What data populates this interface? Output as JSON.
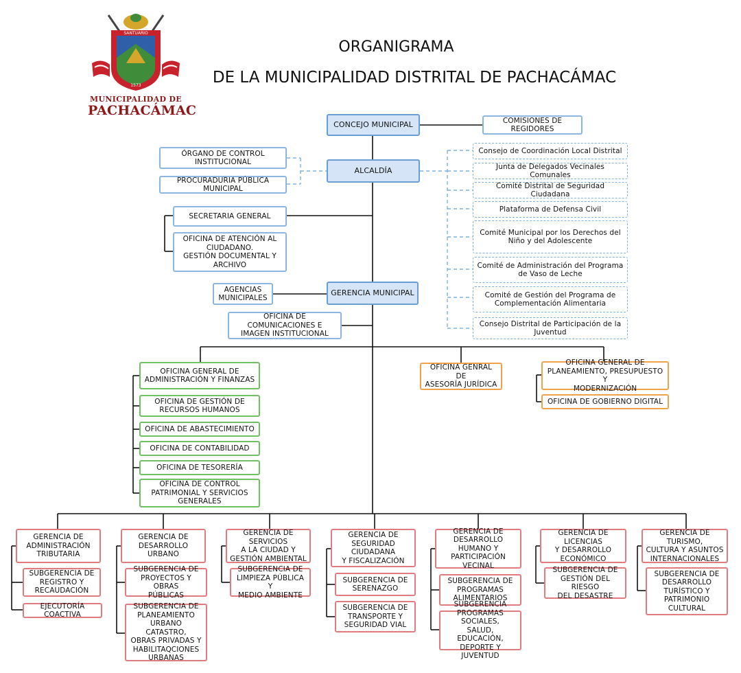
{
  "header": {
    "title_line1": "ORGANIGRAMA",
    "title_line2": "DE LA MUNICIPALIDAD DISTRITAL DE PACHACÁMAC"
  },
  "logo": {
    "seal_text_top": "SANTUARIO",
    "seal_text_year": "1573",
    "name_line1": "MUNICIPALIDAD DE",
    "name_line2": "PACHACÁMAC",
    "colors": {
      "red": "#c8232c",
      "gold": "#d4a72c",
      "blue": "#2f5fa8",
      "green": "#3f8d3a"
    }
  },
  "colors": {
    "top": "#6a9ed3",
    "top_fill": "#d5e5f7",
    "support": "#8cb6e0",
    "committee": "#7fb0de",
    "administration": "#6fbf63",
    "advisory": "#f0a24a",
    "line": "#e07c80",
    "connector": "#111111"
  },
  "nodes": {
    "concejo": "CONCEJO MUNICIPAL",
    "comisiones": "COMISIONES DE REGIDORES",
    "alcaldia": "ALCALDÍA",
    "oci": "ÓRGANO DE CONTROL\nINSTITUCIONAL",
    "procuraduria": "PROCURADURIA PÚBLICA MUNICIPAL",
    "secretaria": "SECRETARIA GENERAL",
    "atencion": "OFICINA DE ATENCIÓN AL\nCIUDADANO.\nGESTIÓN DOCUMENTAL Y\nARCHIVO",
    "gerencia": "GERENCIA MUNICIPAL",
    "agencias": "AGENCIAS\nMUNICIPALES",
    "comunicaciones": "OFICINA DE COMUNICACIONES E\nIMAGEN INSTITUCIONAL"
  },
  "committees": [
    "Consejo de Coordinación Local Distrital",
    "Junta de Delegados Vecinales Comunales",
    "Comité Distrital de Seguridad Ciudadana",
    "Plataforma de Defensa Civil",
    "Comité Municipal por los Derechos del\nNiño y del Adolescente",
    "Comité de Administración del Programa\nde Vaso de Leche",
    "Comité de Gestión del Programa de\nComplementación Alimentaria",
    "Consejo Distrital de Participación de la\nJuventud"
  ],
  "administration": {
    "head": "OFICINA GENERAL DE\nADMINISTRACIÓN Y FINANZAS",
    "units": [
      "OFICINA DE GESTIÓN DE\nRECURSOS HUMANOS",
      "OFICINA DE ABASTECIMIENTO",
      "OFICINA DE CONTABILIDAD",
      "OFICINA DE TESORERÍA",
      "OFICINA DE CONTROL\nPATRIMONIAL Y SERVICIOS\nGENERALES"
    ]
  },
  "asesoria": "OFICINA GENRAL DE\nASESORÍA JURÍDICA",
  "planeamiento": {
    "head": "OFICINA GENERAL DE\nPLANEAMIENTO, PRESUPUESTO Y\nMODERNIZACIÓN",
    "unit": "OFICINA DE GOBIERNO DIGITAL"
  },
  "line_units": [
    {
      "head": "GERENCIA DE\nADMINISTRACIÓN\nTRIBUTARIA",
      "subs": [
        "SUBGERENCIA DE\nREGISTRO Y\nRECAUDACIÓN",
        "EJECUTORÍA COACTIVA"
      ]
    },
    {
      "head": "GERENCIA DE\nDESARROLLO URBANO",
      "subs": [
        "SUBGERENCIA DE\nPROYECTOS Y OBRAS\nPÚBLICAS",
        "SUBGERENCIA DE\nPLANEAMIENTO\nURBANO CATASTRO,\nOBRAS PRIVADAS Y\nHABILITAQCIONES\nURBANAS"
      ]
    },
    {
      "head": "GERENCIA DE SERVICIOS\nA LA CIUDAD Y\nGESTIÓN AMBIENTAL",
      "subs": [
        "SUBGERENCIA DE\nLIMPIEZA PÚBLICA Y\nMEDIO AMBIENTE"
      ]
    },
    {
      "head": "GERENCIA DE\nSEGURIDAD CIUDADANA\nY FISCALIZACIÓN",
      "subs": [
        "SUBGERENCIA DE\nSERENAZGO",
        "SUBGERENCIA DE\nTRANSPORTE Y\nSEGURIDAD VIAL"
      ]
    },
    {
      "head": "GERENCIA DE\nDESARROLLO HUMANO Y\nPARTICIPACIÓN\nVECINAL",
      "subs": [
        "SUBGERENCIA DE\nPROGRAMAS\nALIMENTARIOS",
        "SUBGERENCIA\nPROGRAMAS SOCIALES,\nSALUD, EDUCACIÓN,\nDEPORTE Y JUVENTUD"
      ]
    },
    {
      "head": "GERENCIA DE LICENCIAS\nY DESARROLLO\nECONÓMICO",
      "subs": [
        "SUBGERENCIA DE\nGESTIÓN DEL RIESGO\nDEL DESASTRE"
      ]
    },
    {
      "head": "GERENCIA DE TURISMO,\nCULTURA Y ASUNTOS\nINTERNACIONALES",
      "subs": [
        "SUBGERENCIA DE\nDESARROLLO\nTURÍSTICO Y\nPATRIMONIO\nCULTURAL"
      ]
    }
  ]
}
